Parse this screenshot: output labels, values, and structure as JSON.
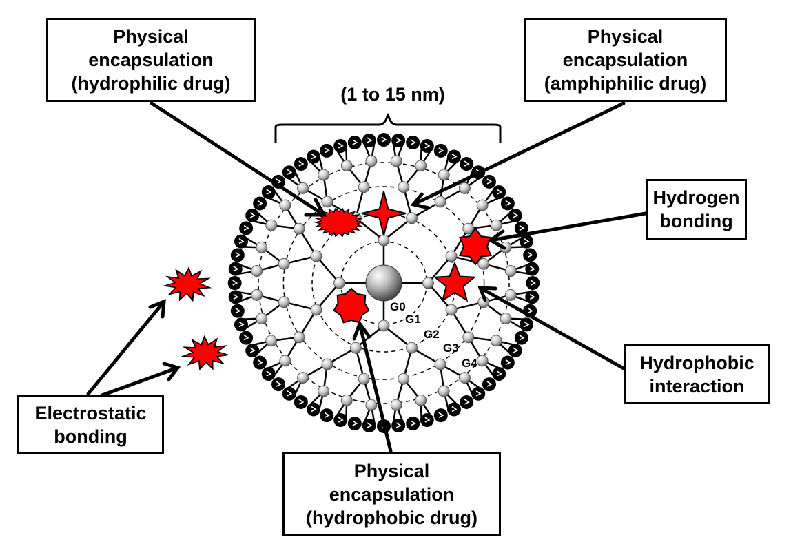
{
  "size_label": "(1 to 15 nm)",
  "generations": [
    "G0",
    "G1",
    "G2",
    "G3",
    "G4"
  ],
  "labels": {
    "hydrophilic": {
      "lines": [
        "Physical",
        "encapsulation",
        "(hydrophilic drug)"
      ]
    },
    "amphiphilic": {
      "lines": [
        "Physical",
        "encapsulation",
        "(amphiphilic drug)"
      ]
    },
    "hydrogen": {
      "lines": [
        "Hydrogen",
        "bonding"
      ]
    },
    "hydrophobic_interaction": {
      "lines": [
        "Hydrophobic",
        "interaction"
      ]
    },
    "electrostatic": {
      "lines": [
        "Electrostatic",
        "bonding"
      ]
    },
    "hydrophobic_drug": {
      "lines": [
        "Physical",
        "encapsulation",
        "(hydrophobic drug)"
      ]
    }
  },
  "colors": {
    "drug": "#ff0000",
    "outline": "#000000",
    "bead": "#c8c8c8"
  }
}
